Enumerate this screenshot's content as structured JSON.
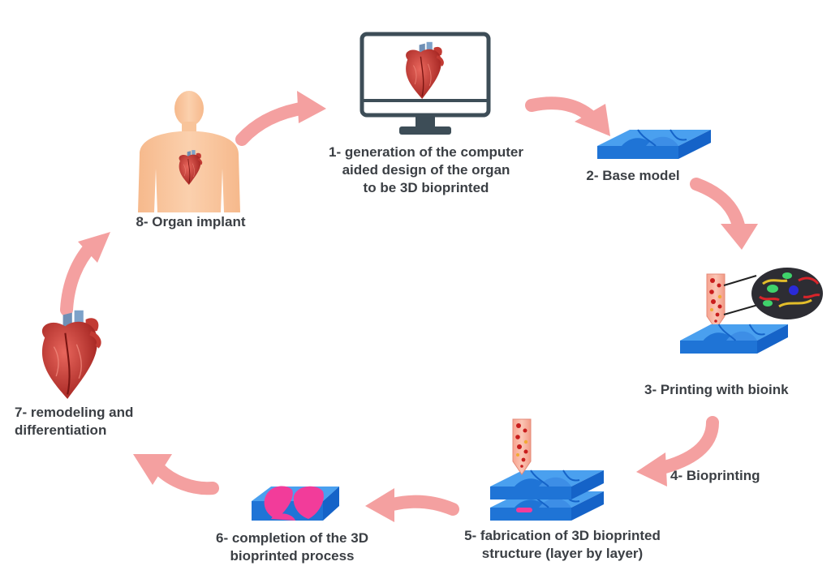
{
  "colors": {
    "arrow": "#f4a0a0",
    "arrow_dark": "#ee8a8a",
    "text": "#3b3f44",
    "skin": "#f8c49a",
    "monitor": "#3d4d57",
    "blue_light": "#4aa0ef",
    "blue_dark": "#1563c8",
    "heart": "#c4302b",
    "pink": "#f23c9a"
  },
  "steps": {
    "s1": {
      "lines": [
        "1- generation of the computer",
        "aided design of the organ",
        "to be 3D bioprinted"
      ]
    },
    "s2": {
      "lines": [
        "2- Base model"
      ]
    },
    "s3": {
      "lines": [
        "3- Printing with bioink"
      ]
    },
    "s4": {
      "lines": [
        "4- Bioprinting"
      ]
    },
    "s5": {
      "lines": [
        "5- fabrication of 3D bioprinted",
        "structure (layer by layer)"
      ]
    },
    "s6": {
      "lines": [
        "6- completion of the 3D",
        "bioprinted process"
      ]
    },
    "s7": {
      "lines": [
        "7- remodeling and",
        "differentiation"
      ]
    },
    "s8": {
      "lines": [
        "8- Organ implant"
      ]
    }
  },
  "icons": {
    "monitor": "computer-monitor-icon",
    "heart": "heart-icon",
    "human": "human-silhouette-icon",
    "scaffold": "scaffold-block-icon",
    "nozzle": "bioink-nozzle-icon",
    "bioink": "bioink-magnified-icon",
    "arrow": "curved-arrow-icon"
  }
}
